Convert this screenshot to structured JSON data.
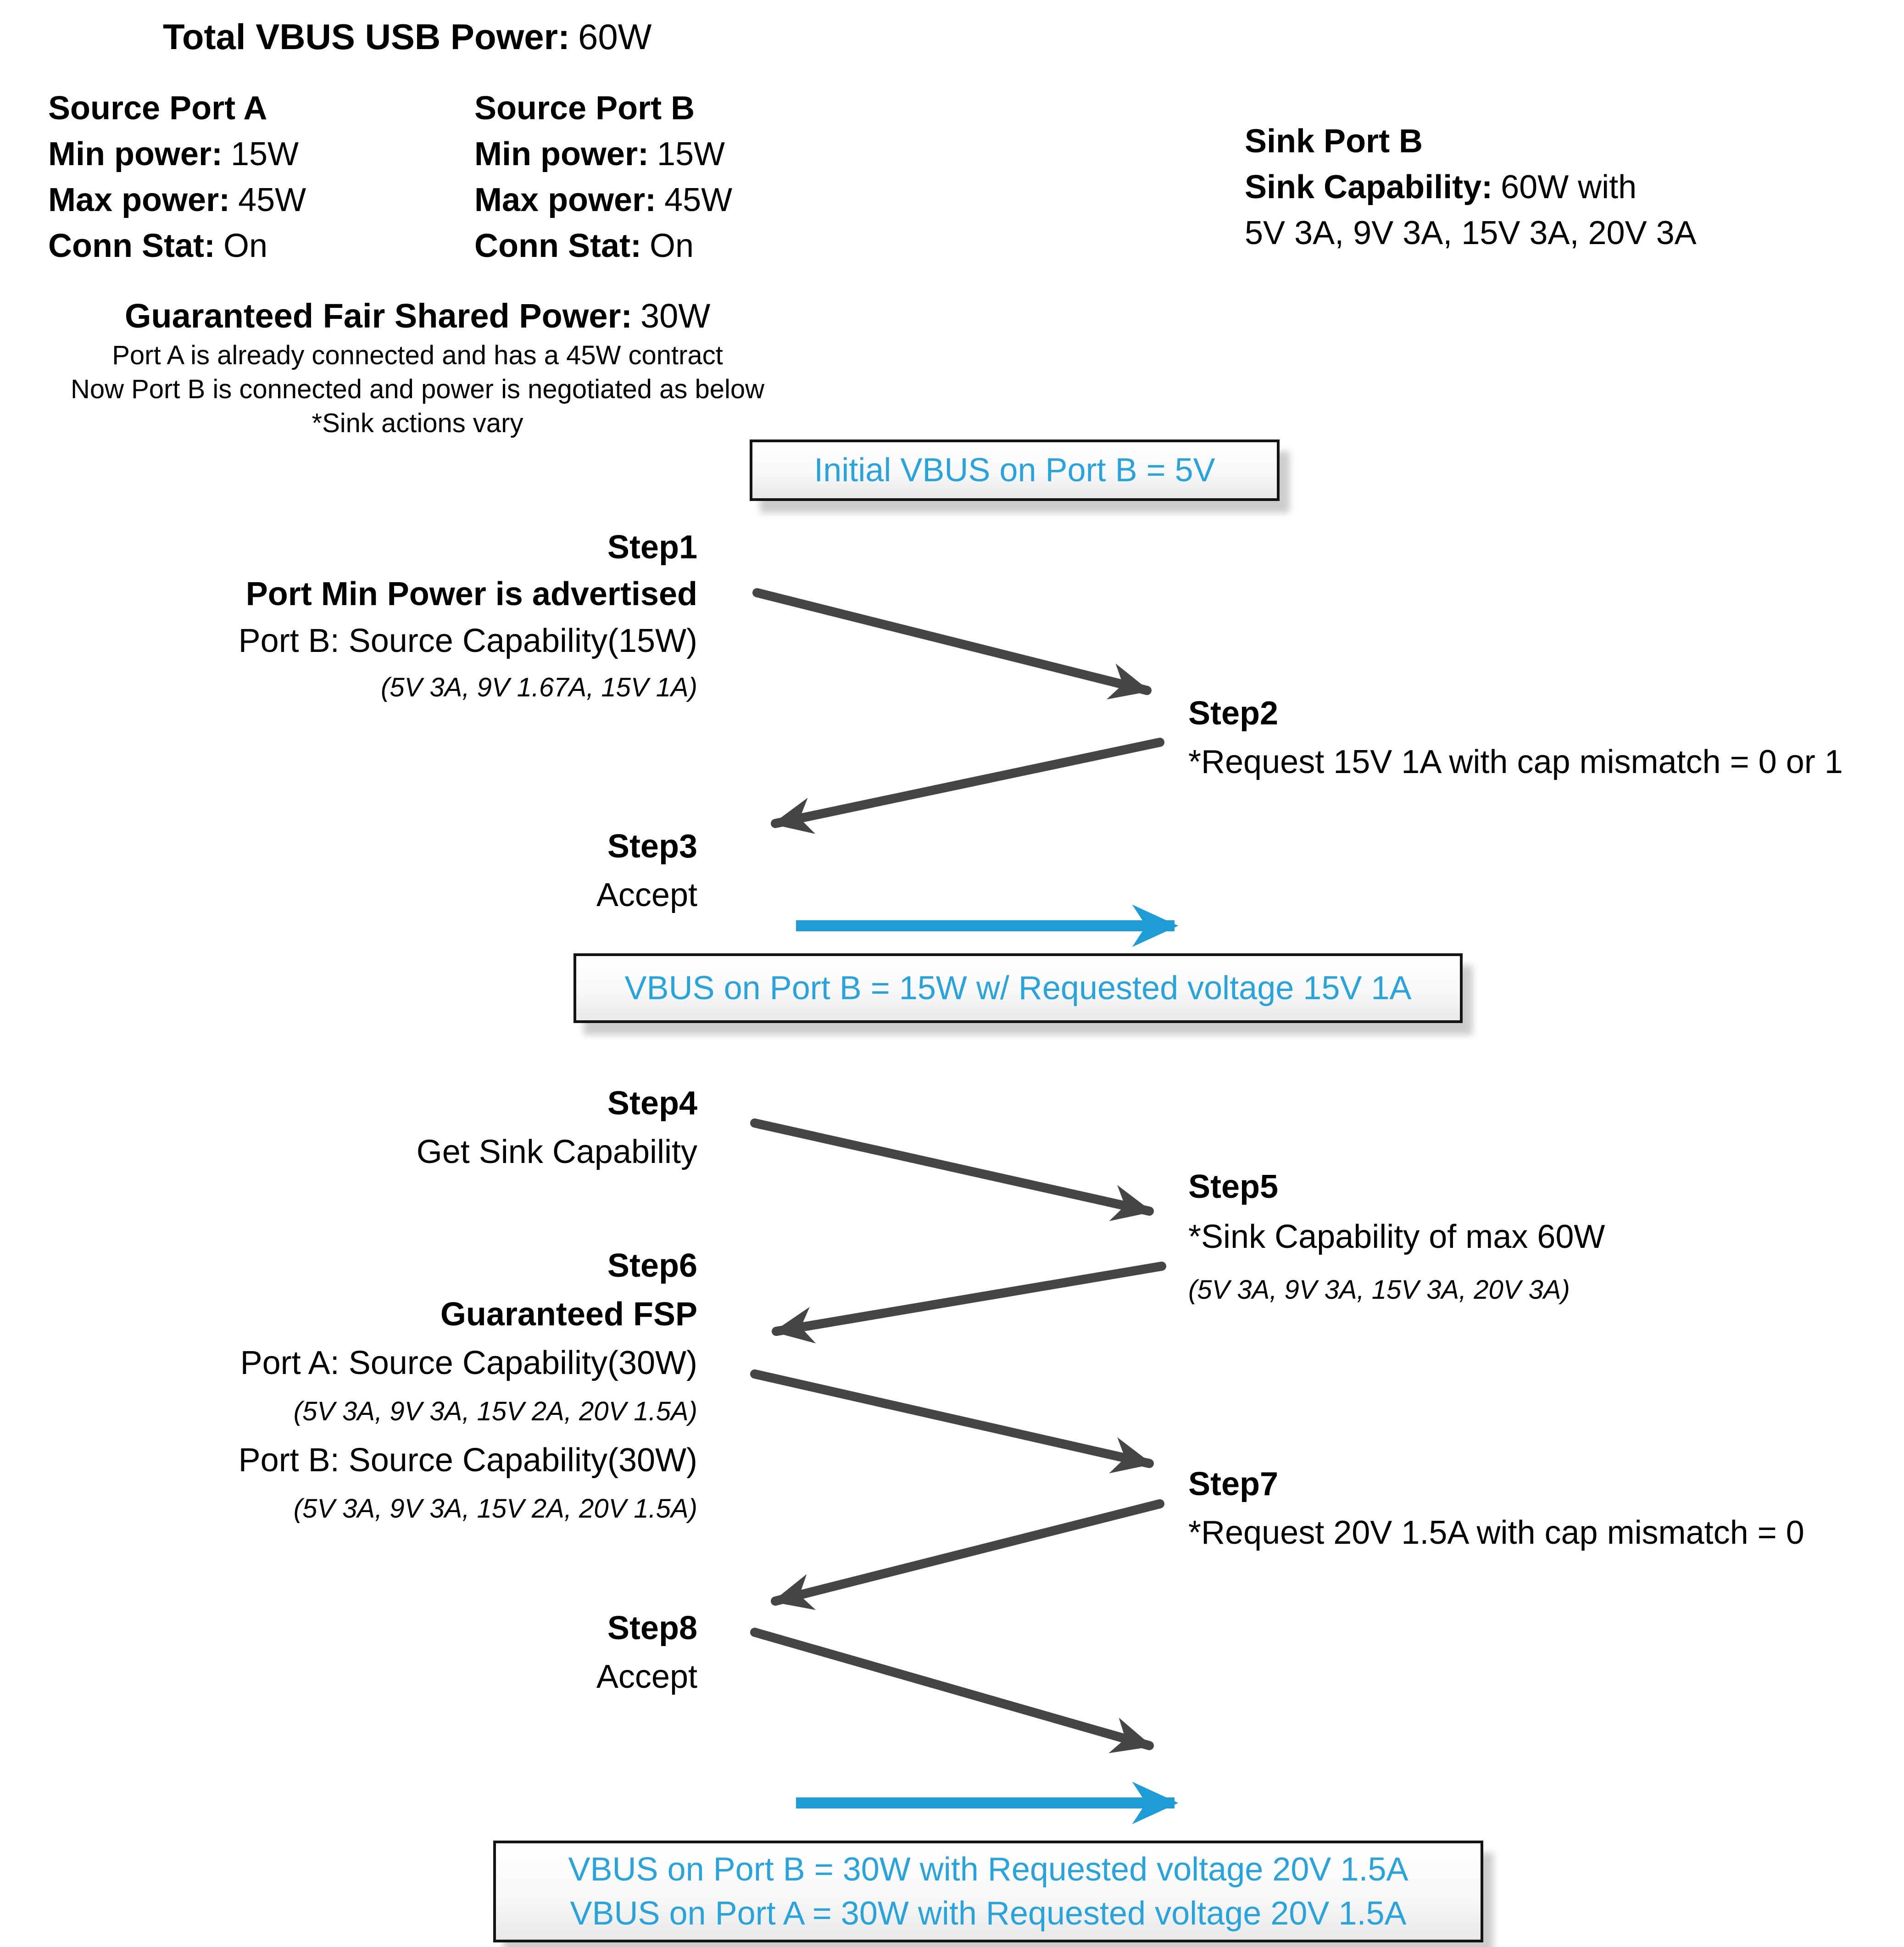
{
  "title": {
    "label": "Total VBUS USB Power:",
    "value": "60W"
  },
  "source_port_a": {
    "heading": "Source Port A",
    "rows": [
      {
        "label": "Min power:",
        "value": "15W"
      },
      {
        "label": "Max power:",
        "value": "45W"
      },
      {
        "label": "Conn Stat:",
        "value": "On"
      }
    ]
  },
  "source_port_b": {
    "heading": "Source Port B",
    "rows": [
      {
        "label": "Min power:",
        "value": "15W"
      },
      {
        "label": "Max power:",
        "value": "45W"
      },
      {
        "label": "Conn Stat:",
        "value": "On"
      }
    ]
  },
  "sink_port_b": {
    "heading": "Sink Port B",
    "capability_label": "Sink Capability:",
    "capability_value": "60W with",
    "detail": "5V 3A, 9V 3A, 15V 3A, 20V 3A"
  },
  "fair_share": {
    "heading_label": "Guaranteed Fair Shared Power:",
    "heading_value": "30W",
    "notes": [
      "Port A is already connected and has a 45W contract",
      "Now Port B is connected and power is negotiated as below",
      "*Sink actions vary"
    ]
  },
  "banners": {
    "initial": "Initial VBUS on Port B = 5V",
    "mid": "VBUS on Port B = 15W w/ Requested voltage 15V 1A",
    "final": [
      "VBUS on Port B = 30W with Requested voltage 20V 1.5A",
      "VBUS on Port A = 30W with Requested voltage 20V 1.5A"
    ]
  },
  "steps": {
    "step1": {
      "title": "Step1",
      "line1": "Port Min Power is advertised",
      "line2": "Port B: Source Capability(15W)",
      "detail": "(5V 3A, 9V 1.67A, 15V 1A)"
    },
    "step2": {
      "title": "Step2",
      "line": "*Request 15V 1A with cap mismatch = 0 or 1"
    },
    "step3": {
      "title": "Step3",
      "line": "Accept"
    },
    "step4": {
      "title": "Step4",
      "line": "Get Sink Capability"
    },
    "step5": {
      "title": "Step5",
      "line": "*Sink Capability of max 60W",
      "detail": "(5V 3A, 9V 3A, 15V 3A, 20V 3A)"
    },
    "step6": {
      "title": "Step6",
      "subtitle": "Guaranteed FSP",
      "line_a": "Port A: Source Capability(30W)",
      "detail_a": "(5V 3A, 9V 3A, 15V 2A, 20V 1.5A)",
      "line_b": "Port B: Source Capability(30W)",
      "detail_b": "(5V 3A, 9V 3A, 15V 2A, 20V 1.5A)"
    },
    "step7": {
      "title": "Step7",
      "line": "*Request 20V 1.5A with cap mismatch = 0"
    },
    "step8": {
      "title": "Step8",
      "line": "Accept"
    }
  },
  "colors": {
    "accent_blue": "#29A3DC",
    "arrow_blue": "#1E9CD7",
    "arrow_gray": "#454545",
    "banner_border": "#141414"
  }
}
